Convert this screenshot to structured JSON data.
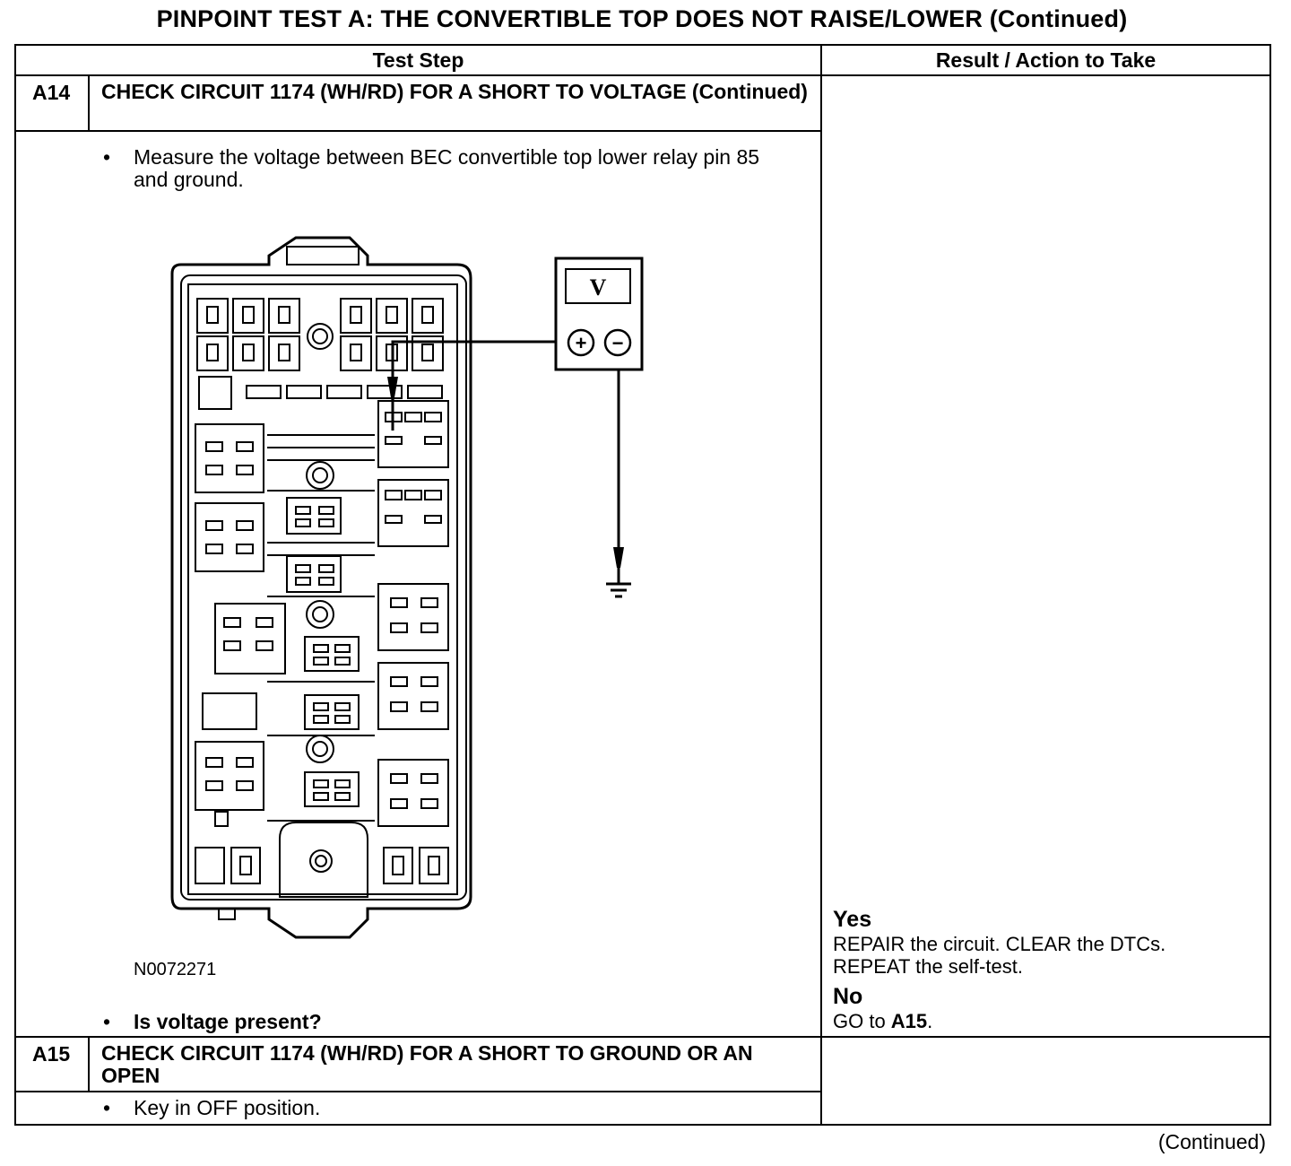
{
  "title": "PINPOINT TEST  A: THE CONVERTIBLE TOP DOES NOT RAISE/LOWER (Continued)",
  "table": {
    "headers": {
      "test_step": "Test Step",
      "result": "Result / Action to Take"
    },
    "steps": [
      {
        "id": "A14",
        "title": "CHECK CIRCUIT 1174 (WH/RD) FOR A SHORT TO VOLTAGE (Continued)",
        "bullets": [
          "Measure the voltage between BEC convertible top lower relay pin 85 and ground."
        ],
        "figure": {
          "code": "N0072271",
          "meter_display": "V",
          "meter_plus": "+",
          "meter_minus": "−",
          "icons": [
            "fuse-box-diagram",
            "multimeter-icon",
            "ground-symbol-icon"
          ]
        },
        "question": "Is voltage present?",
        "results": [
          {
            "label": "Yes",
            "text": "REPAIR the circuit. CLEAR the DTCs. REPEAT the self-test."
          },
          {
            "label": "No",
            "text_prefix": "GO to ",
            "link": "A15",
            "text_suffix": "."
          }
        ]
      },
      {
        "id": "A15",
        "title": "CHECK CIRCUIT 1174 (WH/RD) FOR A SHORT TO GROUND OR AN OPEN",
        "bullets": [
          "Key in OFF position."
        ]
      }
    ]
  },
  "footer": {
    "continued": "(Continued)"
  },
  "bullet_char": "•"
}
